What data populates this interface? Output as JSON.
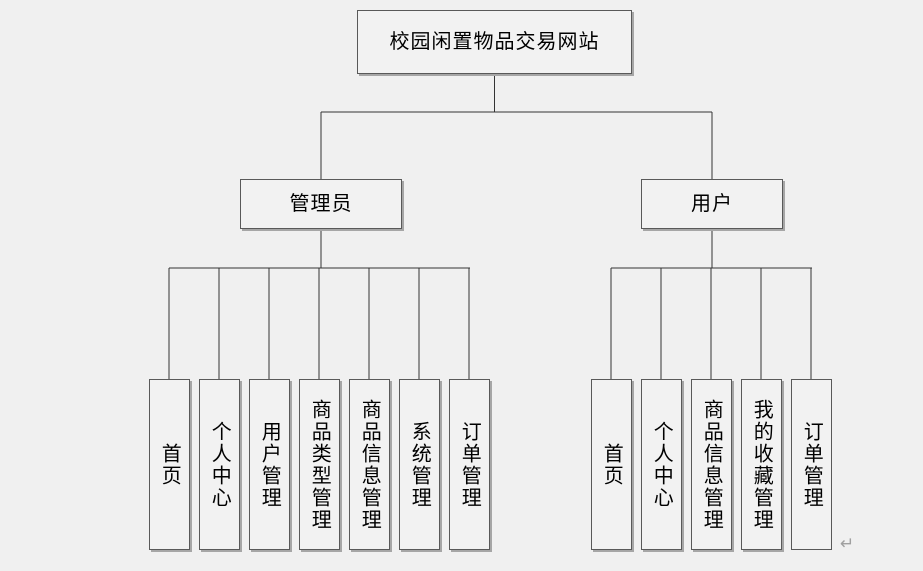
{
  "diagram": {
    "type": "tree",
    "title_node": {
      "label": "校园闲置物品交易网站",
      "orientation": "horizontal"
    },
    "roles": [
      {
        "id": "admin",
        "label": "管理员",
        "orientation": "horizontal"
      },
      {
        "id": "user",
        "label": "用户",
        "orientation": "horizontal"
      }
    ],
    "admin_leaves": [
      {
        "label": "首页",
        "orientation": "vertical"
      },
      {
        "label": "个人中心",
        "orientation": "vertical"
      },
      {
        "label": "用户管理",
        "orientation": "vertical"
      },
      {
        "label": "商品类型管理",
        "orientation": "vertical"
      },
      {
        "label": "商品信息管理",
        "orientation": "vertical"
      },
      {
        "label": "系统管理",
        "orientation": "vertical"
      },
      {
        "label": "订单管理",
        "orientation": "vertical"
      }
    ],
    "user_leaves": [
      {
        "label": "首页",
        "orientation": "vertical"
      },
      {
        "label": "个人中心",
        "orientation": "vertical"
      },
      {
        "label": "商品信息管理",
        "orientation": "vertical"
      },
      {
        "label": "我的收藏管理",
        "orientation": "vertical"
      },
      {
        "label": "订单管理",
        "orientation": "vertical"
      }
    ],
    "paragraph_mark": "↵",
    "colors": {
      "background": "#f0f0f0",
      "node_fill": "#f2f2f2",
      "node_border": "#595959",
      "connector": "#333333",
      "text": "#000000",
      "paragraph_mark": "#a0a0a0"
    }
  }
}
